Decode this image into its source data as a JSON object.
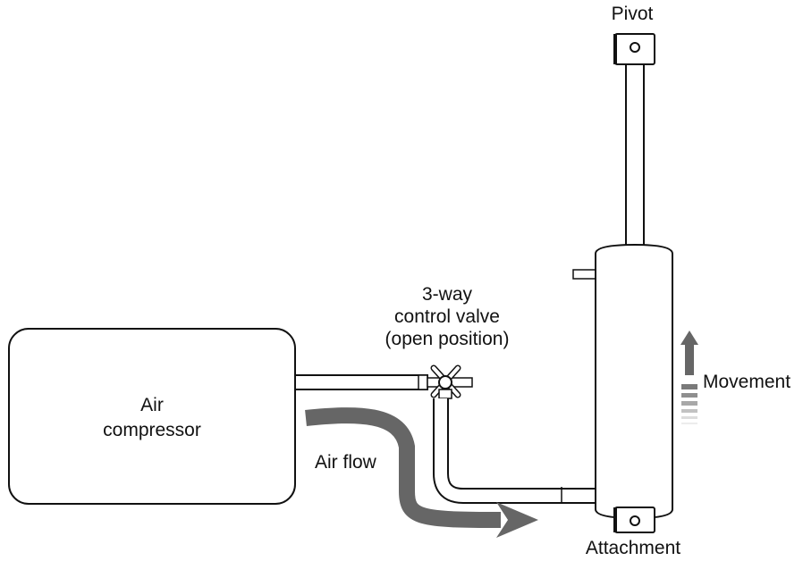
{
  "labels": {
    "pivot": "Pivot",
    "valve_line1": "3-way",
    "valve_line2": "control valve",
    "valve_line3": "(open position)",
    "compressor_line1": "Air",
    "compressor_line2": "compressor",
    "air_flow": "Air flow",
    "movement": "Movement",
    "attachment": "Attachment"
  },
  "colors": {
    "stroke": "#111111",
    "flow_arrow": "#666666",
    "movement_arrow": "#666666"
  }
}
